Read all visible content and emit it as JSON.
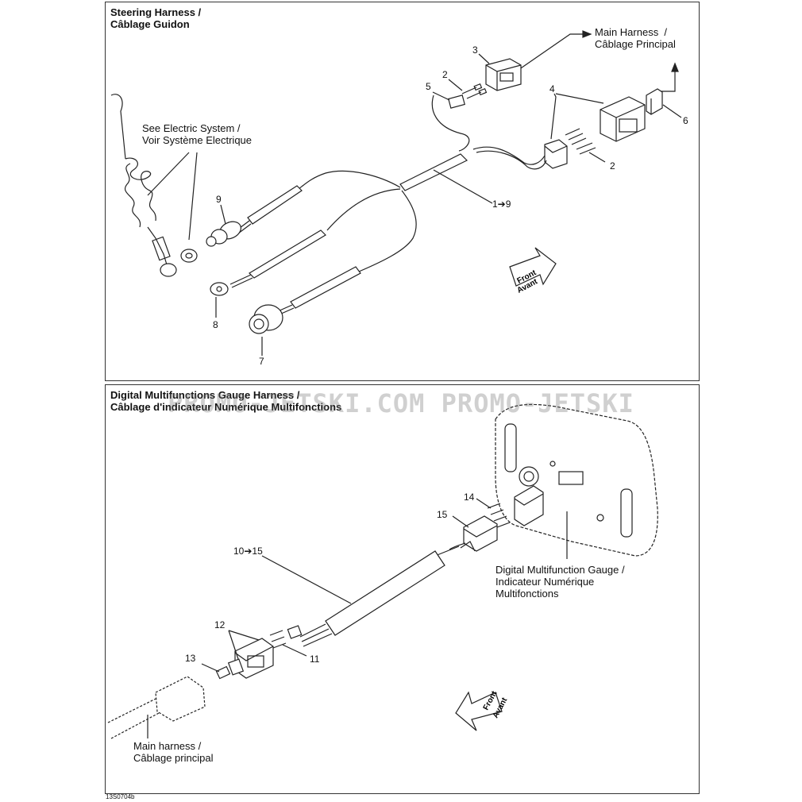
{
  "top_panel": {
    "title_line1": "Steering Harness /",
    "title_line2": "Câblage Guidon",
    "callouts": {
      "main_harness": "Main Harness  /\nCâblage Principal",
      "see_electric": "See Electric System /\nVoir Système Electrique"
    },
    "parts": [
      "3",
      "2",
      "5",
      "4",
      "6",
      "2",
      "9",
      "1➔9",
      "8",
      "7"
    ],
    "front_arrow": {
      "line1": "Front",
      "line2": "Avant"
    }
  },
  "bottom_panel": {
    "title_line1": "Digital Multifunctions Gauge Harness /",
    "title_line2": "Câblage d'indicateur Numérique Multifonctions",
    "callouts": {
      "gauge": "Digital Multifunction Gauge /\nIndicateur Numérique\nMultifonctions",
      "main_harness": "Main harness /\nCâblage principal"
    },
    "parts": [
      "14",
      "15",
      "10➔15",
      "12",
      "13",
      "11"
    ],
    "front_arrow": {
      "line1": "Front",
      "line2": "Avant"
    }
  },
  "watermark": "PROMO-JETSKI.COM   PROMO-JETSKI",
  "figure_code": "13S0704b"
}
